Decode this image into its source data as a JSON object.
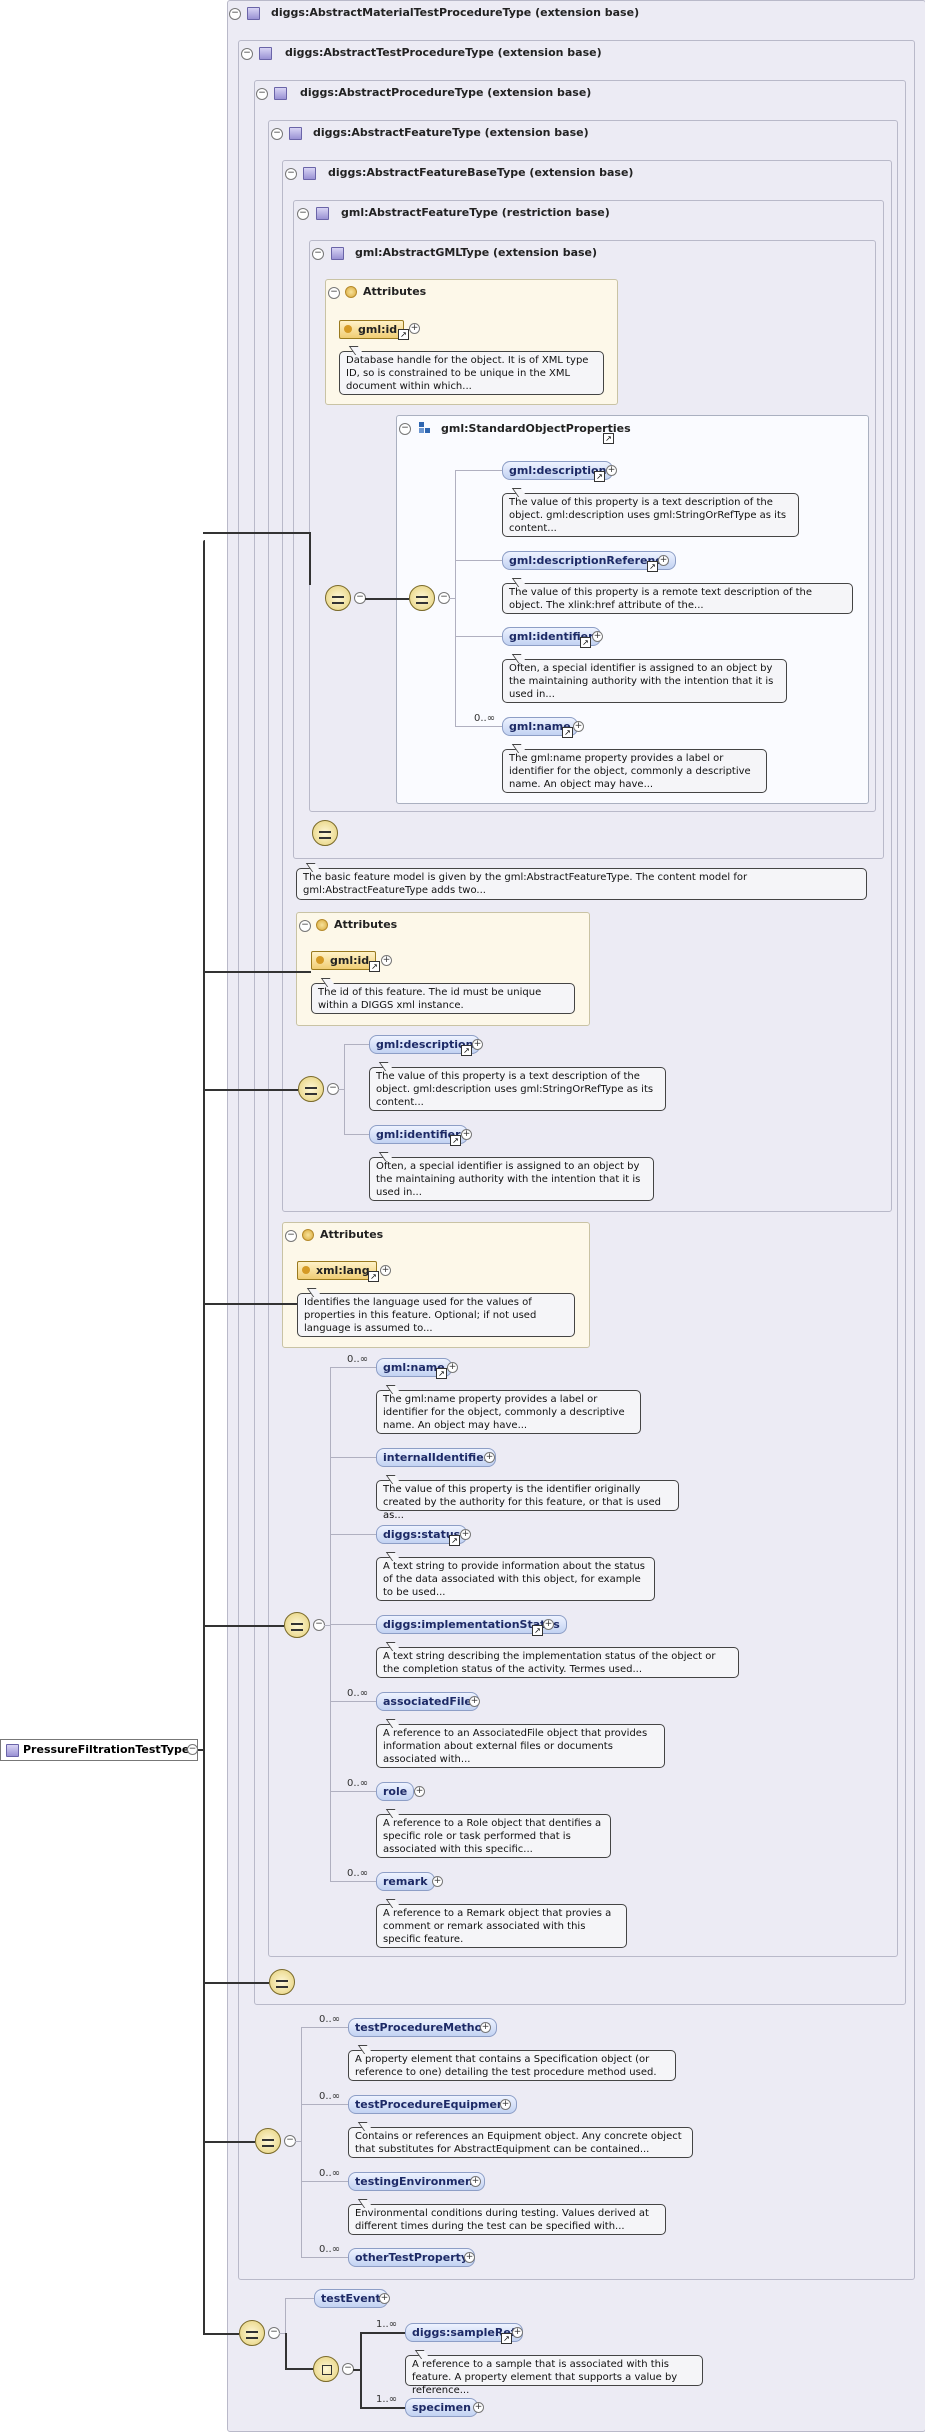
{
  "root": {
    "label": "PressureFiltrationTestType"
  },
  "boxes": {
    "b1": "diggs:AbstractMaterialTestProcedureType (extension base)",
    "b2": "diggs:AbstractTestProcedureType (extension base)",
    "b3": "diggs:AbstractProcedureType (extension base)",
    "b4": "diggs:AbstractFeatureType (extension base)",
    "b5": "diggs:AbstractFeatureBaseType (extension base)",
    "b6": "gml:AbstractFeatureType (restriction base)",
    "b7": "gml:AbstractGMLType (extension base)"
  },
  "attributes_label": "Attributes",
  "gml_attr": {
    "name": "gml:id",
    "doc": "Database handle for the object. It is of XML type ID, so is constrained to be unique in the XML document within which..."
  },
  "sop": {
    "title": "gml:StandardObjectProperties",
    "items": [
      {
        "name": "gml:description",
        "doc": "The value of this property is a text description of the object. gml:description uses gml:StringOrRefType as its content...",
        "card": ""
      },
      {
        "name": "gml:descriptionReference",
        "doc": "The value of this property is a remote text description of the object. The xlink:href attribute of the...",
        "card": ""
      },
      {
        "name": "gml:identifier",
        "doc": "Often, a special identifier is assigned to an object by the maintaining authority with the intention that it is used in...",
        "card": ""
      },
      {
        "name": "gml:name",
        "doc": "The gml:name property provides a label or identifier for the object, commonly a descriptive name. An object may have...",
        "card": "0..∞"
      }
    ]
  },
  "featurebase_doc": "The basic feature model is given by the gml:AbstractFeatureType. The content model for gml:AbstractFeatureType adds two...",
  "fb_attr": {
    "name": "gml:id",
    "doc": "The id of this feature. The id must be unique within a DIGGS xml instance."
  },
  "fb_items": [
    {
      "name": "gml:description",
      "doc": "The value of this property is a text description of the object. gml:description uses gml:StringOrRefType as its content..."
    },
    {
      "name": "gml:identifier",
      "doc": "Often, a special identifier is assigned to an object by the maintaining authority with the intention that it is used in..."
    }
  ],
  "af_attr": {
    "name": "xml:lang",
    "doc": "Identifies the language used for the values of properties in this feature. Optional; if not used language is assumed to..."
  },
  "af_items": [
    {
      "name": "gml:name",
      "card": "0..∞",
      "doc": "The gml:name property provides a label or identifier for the object, commonly a descriptive name. An object may have..."
    },
    {
      "name": "internalIdentifier",
      "card": "",
      "doc": "The value of this property is the identifier originally created by the authority for this feature, or that is used as..."
    },
    {
      "name": "diggs:status",
      "card": "",
      "doc": "A text string to provide information about the status of the data associated with this object, for example to be used..."
    },
    {
      "name": "diggs:implementationStatus",
      "card": "",
      "doc": "A text string describing the implementation status of the object or the completion status of the activity. Termes used..."
    },
    {
      "name": "associatedFile",
      "card": "0..∞",
      "doc": "A reference to an AssociatedFile object that provides information about external files or documents associated with..."
    },
    {
      "name": "role",
      "card": "0..∞",
      "doc": "A reference to a Role object that dentifies a specific role or task performed that is associated with this specific..."
    },
    {
      "name": "remark",
      "card": "0..∞",
      "doc": "A reference to a Remark object that provies a comment or remark associated with this specific feature."
    }
  ],
  "tp_items": [
    {
      "name": "testProcedureMethod",
      "card": "0..∞",
      "doc": "A property element that contains a Specification object (or reference to one) detailing the test procedure method used."
    },
    {
      "name": "testProcedureEquipment",
      "card": "0..∞",
      "doc": "Contains or references an Equipment object. Any concrete object that substitutes for AbstractEquipment can be contained..."
    },
    {
      "name": "testingEnvironment",
      "card": "0..∞",
      "doc": "Environmental conditions during testing. Values derived at different times during the test can be specified with..."
    },
    {
      "name": "otherTestProperty",
      "card": "0..∞",
      "doc": ""
    }
  ],
  "bottom": {
    "testEvent": "testEvent",
    "sampleRef": {
      "name": "diggs:sampleRef",
      "card": "1..∞",
      "doc": "A reference to a sample that is associated with this feature. A property element that supports a value by reference..."
    },
    "specimen": {
      "name": "specimen",
      "card": "1..∞"
    }
  }
}
